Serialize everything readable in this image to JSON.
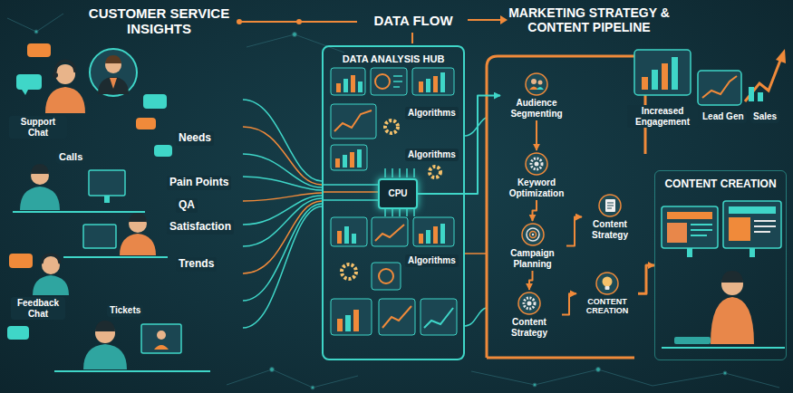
{
  "diagram": {
    "nodes": [
      {
        "text": [
          "DATA ANALYSIS HUB"
        ]
      },
      {
        "text": [
          "CPU"
        ],
        "in": 0
      },
      {
        "text": [
          "Audience Segmenting"
        ]
      },
      {
        "text": [
          "Keyword Optimization"
        ]
      },
      {
        "text": [
          "Campaign Planning"
        ]
      },
      {
        "text": [
          "Content Strategy"
        ]
      },
      {
        "text": [
          "Content Strategy"
        ]
      },
      {
        "text": [
          "CONTENT CREATION"
        ]
      },
      {
        "text": [
          "CONTENT CREATION"
        ]
      }
    ],
    "edges": [
      {
        "from": 1,
        "to": 2,
        "arrow": "to"
      },
      {
        "from": 2,
        "to": 3,
        "arrow": "to"
      },
      {
        "from": 3,
        "to": 4,
        "arrow": "to"
      },
      {
        "from": 4,
        "to": 5,
        "arrow": "to"
      },
      {
        "from": 4,
        "to": 6,
        "arrow": "to"
      },
      {
        "from": 6,
        "to": 7,
        "arrow": "to"
      },
      {
        "from": 7,
        "to": 8,
        "arrow": "to"
      }
    ],
    "labels": [
      "CUSTOMER SERVICE INSIGHTS",
      "DATA FLOW",
      "MARKETING STRATEGY & CONTENT PIPELINE",
      "Support Chat",
      "Calls",
      "Needs",
      "Pain Points",
      "QA",
      "Satisfaction",
      "Trends",
      "Feedback Chat",
      "Tickets",
      "Algorithms",
      "Algorithms",
      "Algorithms",
      "Increased Engagement",
      "Lead Gen",
      "Sales"
    ]
  }
}
